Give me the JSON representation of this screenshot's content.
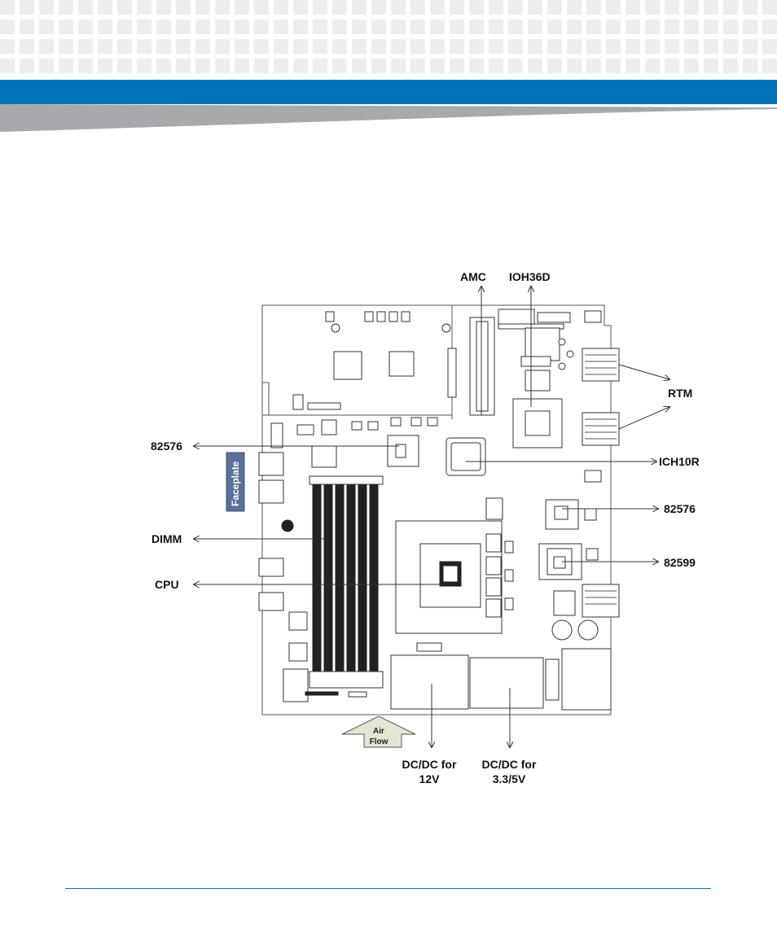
{
  "header": {
    "accent_color": "#0073b9",
    "swoosh_color": "#a7a9ac"
  },
  "diagram": {
    "labels": {
      "amc": "AMC",
      "ioh36d": "IOH36D",
      "rtm": "RTM",
      "ich10r": "ICH10R",
      "nic_82576_left": "82576",
      "nic_82576_right": "82576",
      "nic_82599": "82599",
      "dimm": "DIMM",
      "cpu": "CPU",
      "dcdc12_line1": "DC/DC for",
      "dcdc12_line2": "12V",
      "dcdc33_line1": "DC/DC for",
      "dcdc33_line2": "3.3/5V",
      "faceplate": "Faceplate",
      "airflow_line1": "Air",
      "airflow_line2": "Flow"
    }
  }
}
